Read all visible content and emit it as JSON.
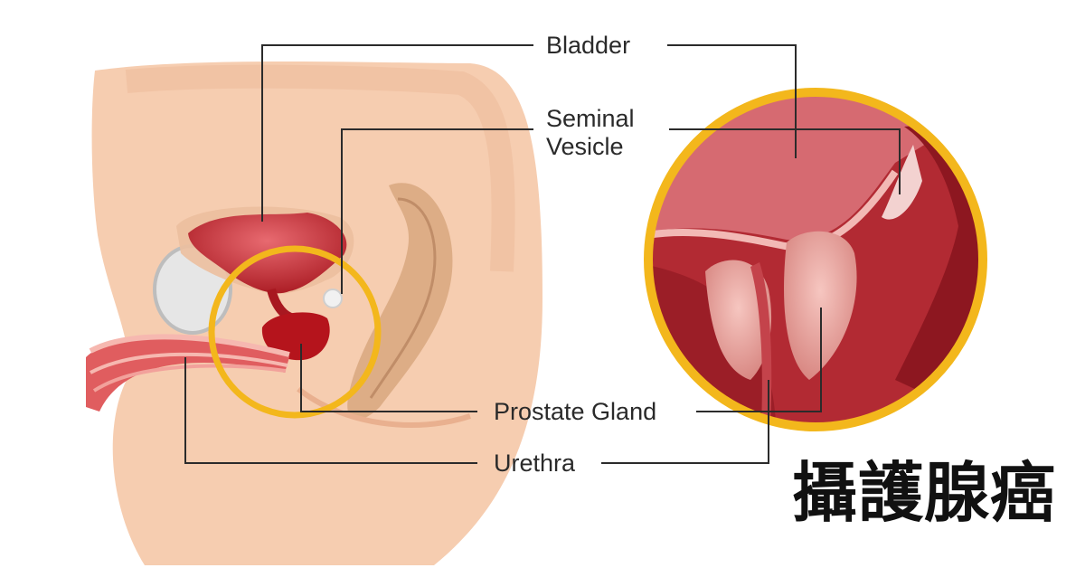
{
  "labels": {
    "bladder": "Bladder",
    "seminal_line1": "Seminal",
    "seminal_line2": "Vesicle",
    "prostate": "Prostate Gland",
    "urethra": "Urethra"
  },
  "title": "攝護腺癌",
  "colors": {
    "skin": "#f6cdb0",
    "skin_dark": "#e9b08f",
    "organ_red": "#c8262d",
    "highlight_ring": "#f3b71c",
    "line": "#2b2b2b"
  }
}
